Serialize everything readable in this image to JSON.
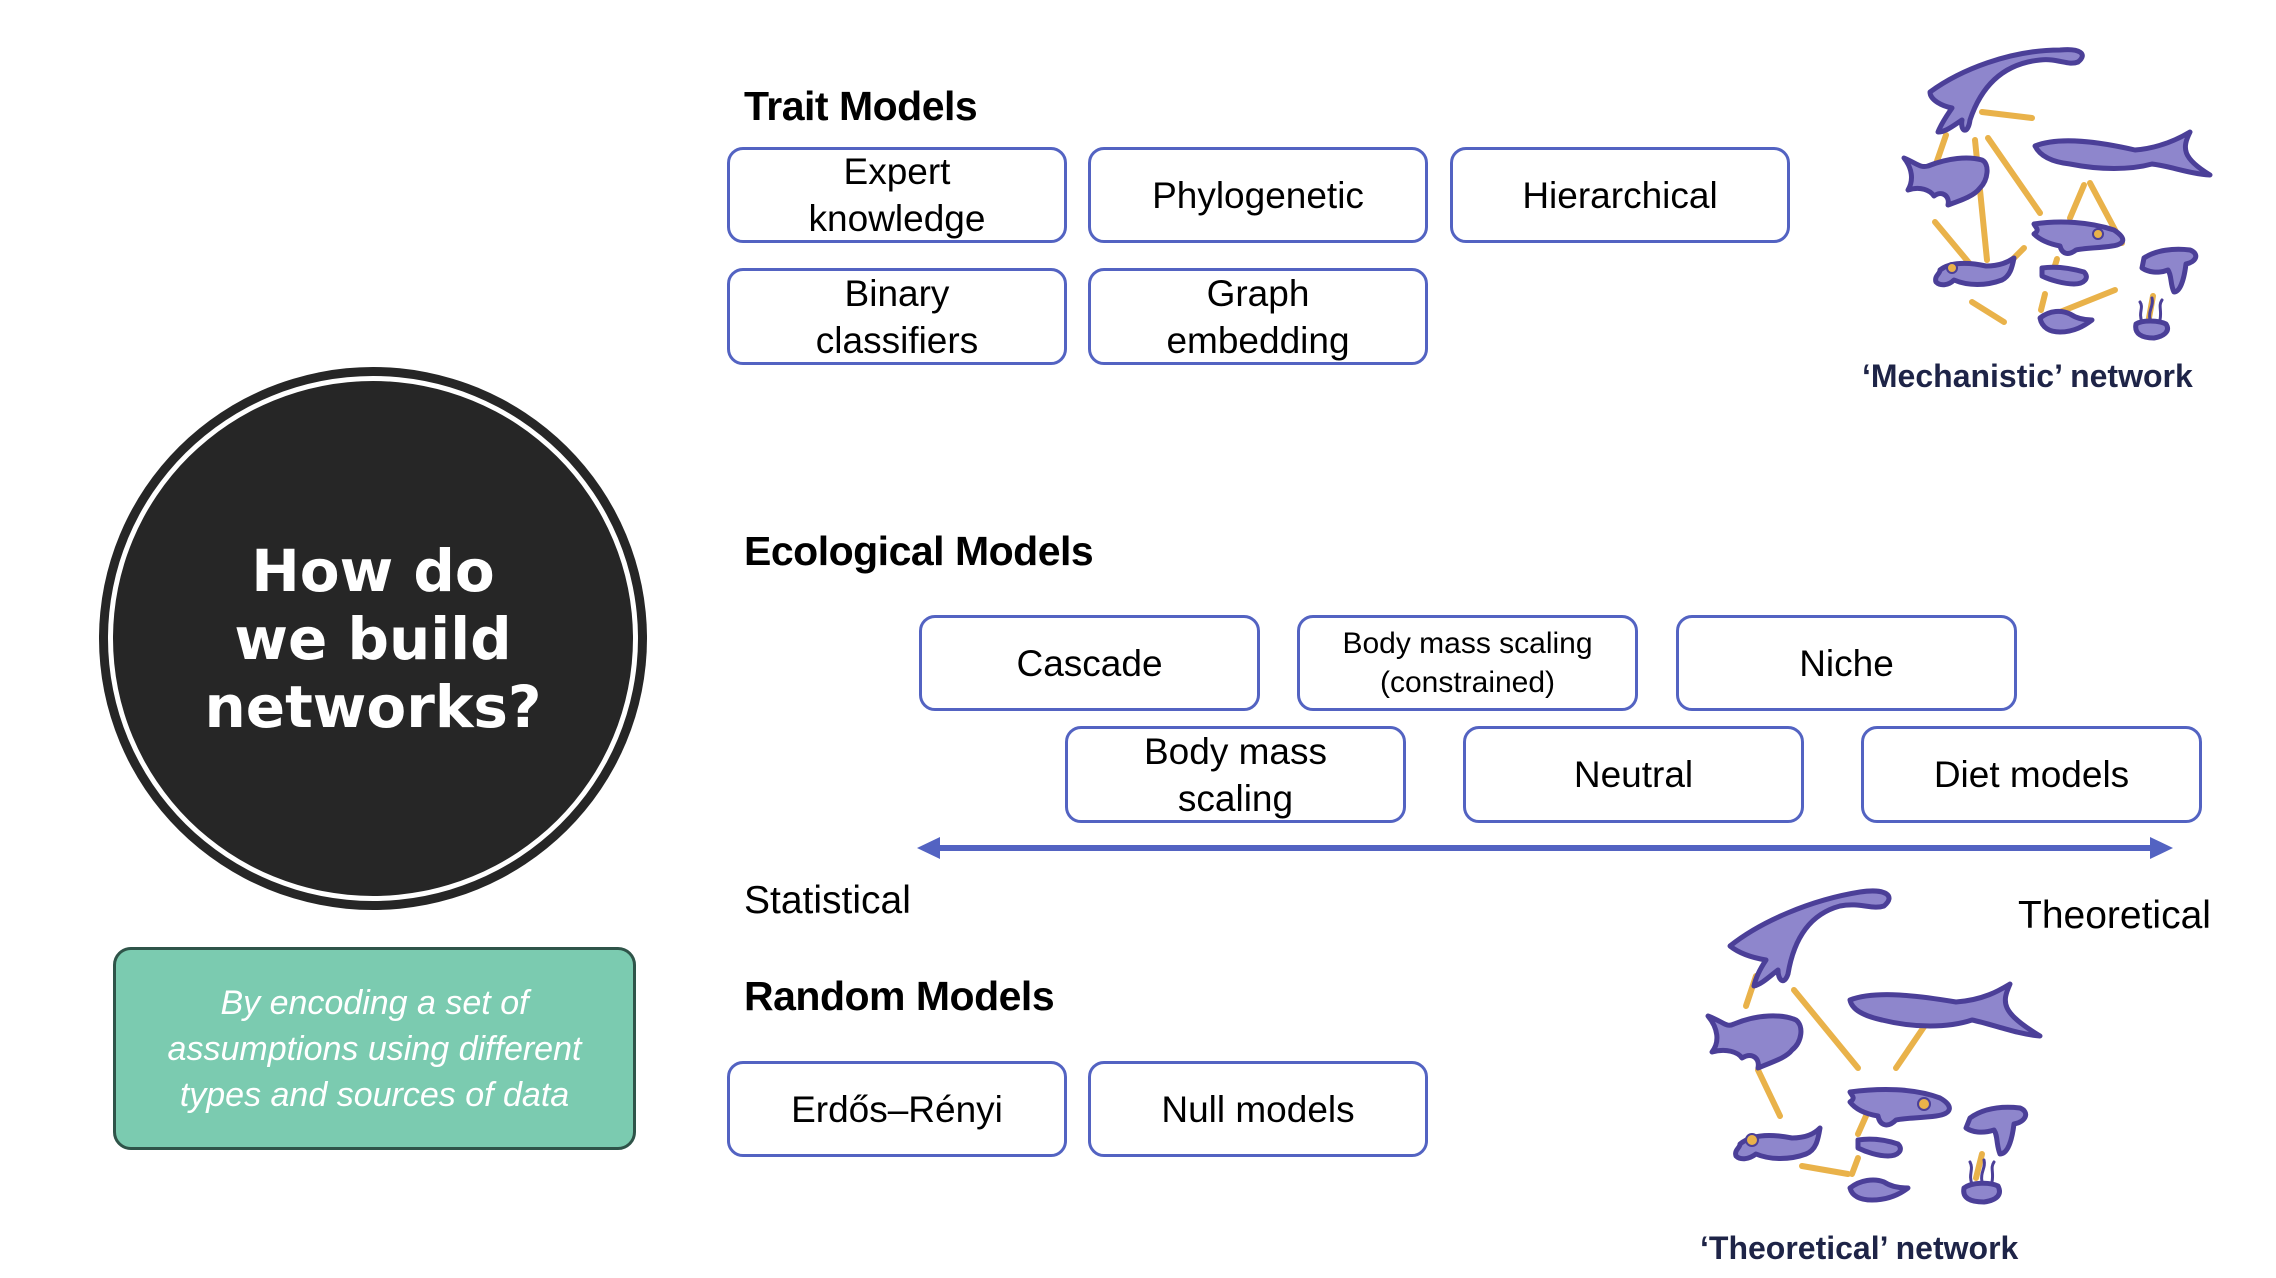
{
  "question": {
    "lines": [
      "How do",
      "we build",
      "networks?"
    ]
  },
  "answer_box": {
    "lines": [
      "By encoding a set of",
      "assumptions using different",
      "types and sources of data"
    ]
  },
  "sections": {
    "trait": {
      "heading": "Trait Models",
      "items": [
        {
          "lines": [
            "Expert",
            "knowledge"
          ]
        },
        {
          "lines": [
            "Phylogenetic"
          ]
        },
        {
          "lines": [
            "Hierarchical"
          ]
        },
        {
          "lines": [
            "Binary",
            "classifiers"
          ]
        },
        {
          "lines": [
            "Graph",
            "embedding"
          ]
        }
      ]
    },
    "ecological": {
      "heading": "Ecological Models",
      "items": [
        {
          "lines": [
            "Cascade"
          ]
        },
        {
          "lines": [
            "Body mass scaling",
            "(constrained)"
          ]
        },
        {
          "lines": [
            "Niche"
          ]
        },
        {
          "lines": [
            "Body mass",
            "scaling"
          ]
        },
        {
          "lines": [
            "Neutral"
          ]
        },
        {
          "lines": [
            "Diet models"
          ]
        }
      ]
    },
    "random": {
      "heading": "Random Models",
      "items": [
        {
          "lines": [
            "Erdős–Rényi"
          ]
        },
        {
          "lines": [
            "Null models"
          ]
        }
      ]
    }
  },
  "spectrum": {
    "left_label": "Statistical",
    "right_label": "Theoretical"
  },
  "networks": {
    "mechanistic": {
      "label": "‘Mechanistic’ network",
      "nodes": [
        "plesiosaur",
        "ichthyosaur",
        "predatory-fish",
        "anomalocarid",
        "trilobite-crustacean",
        "shrimp",
        "turtle",
        "ray",
        "anemone"
      ]
    },
    "theoretical": {
      "label": "‘Theoretical’ network",
      "nodes": [
        "plesiosaur",
        "ichthyosaur",
        "predatory-fish",
        "anomalocarid",
        "trilobite-crustacean",
        "shrimp",
        "turtle",
        "ray",
        "anemone"
      ]
    }
  },
  "colors": {
    "box_border": "#5363c2",
    "arrow": "#5363c2",
    "circle_fill": "#262626",
    "green_fill": "#7bcbb0",
    "green_border": "#2f5449",
    "network_label": "#1e2447",
    "creature_outline": "#4b3f98",
    "creature_fill": "#8e86cc",
    "link": "#e9b24a"
  }
}
